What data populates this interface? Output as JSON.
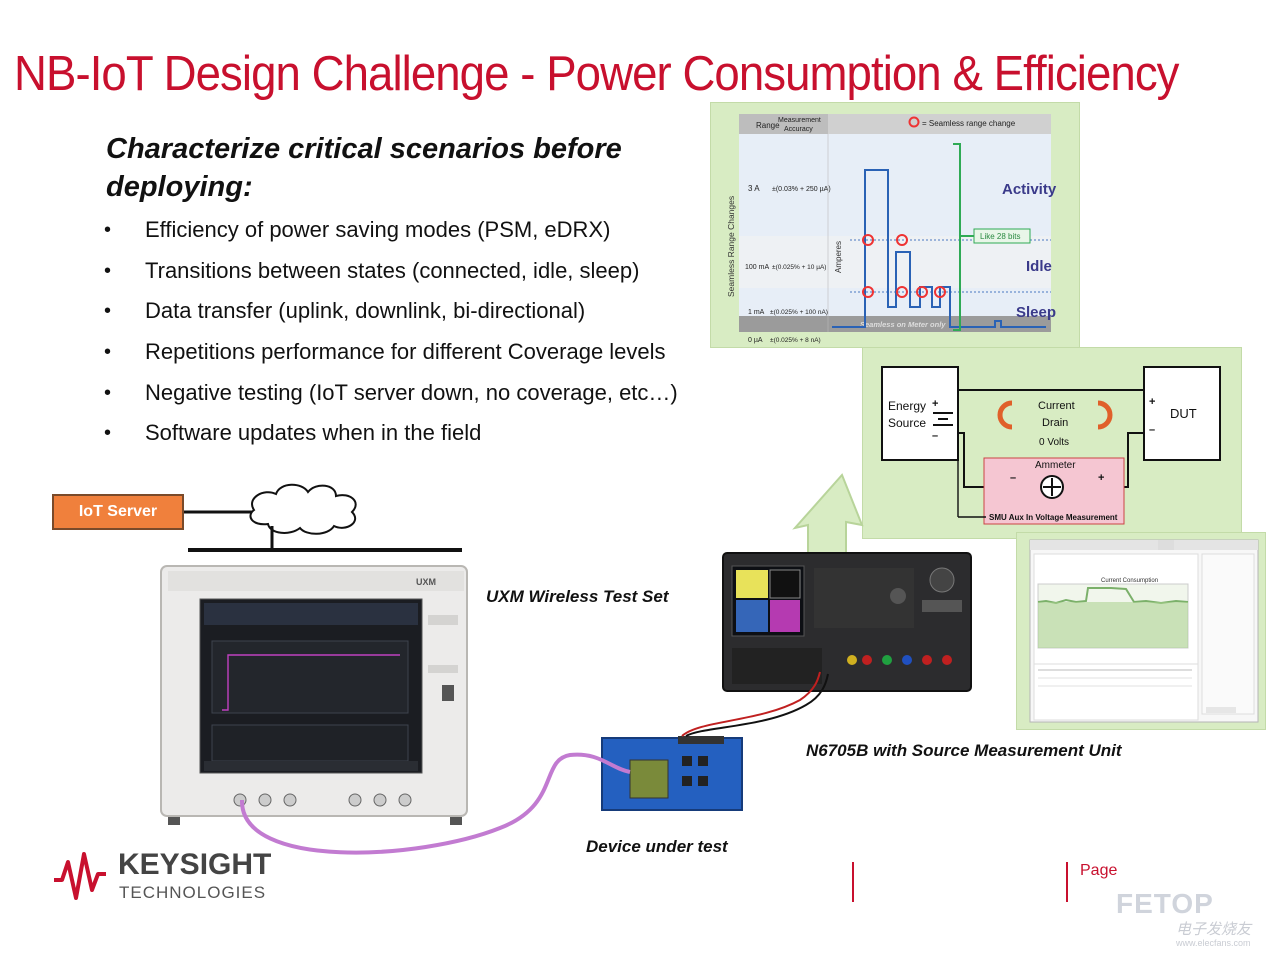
{
  "slide": {
    "title": "NB-IoT Design Challenge - Power Consumption & Efficiency",
    "heading": "Characterize critical scenarios before deploying:",
    "bullet_glyph": "•",
    "bullets": [
      "Efficiency of power saving modes (PSM, eDRX)",
      "Transitions between states (connected, idle, sleep)",
      "Data transfer (uplink, downlink, bi-directional)",
      "Repetitions performance for different Coverage levels",
      "Negative testing (IoT server down, no coverage, etc…)",
      "Software updates when in the field"
    ]
  },
  "range_chart": {
    "header_range": "Range",
    "header_accuracy_line1": "Measurement",
    "header_accuracy_line2": "Accuracy",
    "legend": "= Seamless range change",
    "side_label": "Seamless Range Changes",
    "y_axis": "Amperes",
    "rows": [
      {
        "range": "3 A",
        "accuracy": "±(0.03% + 250 µA)"
      },
      {
        "range": "100 mA",
        "accuracy": "±(0.025% + 10 µA)"
      },
      {
        "range": "1 mA",
        "accuracy": "±(0.025% + 100 nA)"
      },
      {
        "range": "0 µA",
        "accuracy": "±(0.025% + 8 nA)"
      }
    ],
    "states": [
      "Activity",
      "Idle",
      "Sleep"
    ],
    "bits_label": "Like 28 bits",
    "footer": "Seamless on Meter only"
  },
  "circuit": {
    "energy_source_line1": "Energy",
    "energy_source_line2": "Source",
    "current_line1": "Current",
    "current_line2": "Drain",
    "current_line3": "0 Volts",
    "dut": "DUT",
    "ammeter": "Ammeter",
    "smu_label": "SMU Aux In Voltage Measurement",
    "plus": "+",
    "minus": "–"
  },
  "software": {
    "plot_title": "Current Consumption"
  },
  "diagram": {
    "iot_server": "IoT Server",
    "uxm_label": "UXM Wireless Test Set",
    "n6705_label": "N6705B with Source Measurement Unit",
    "dut_label": "Device under test",
    "uxm_brand": "UXM"
  },
  "footer": {
    "logo_name": "KEYSIGHT",
    "logo_sub": "TECHNOLOGIES",
    "page_label": "Page",
    "watermark": "FETOP",
    "watermark_cn": "电子发烧友",
    "watermark_url": "www.elecfans.com"
  },
  "colors": {
    "title_red": "#c8102e",
    "panel_green": "#d8ecc3",
    "iot_orange": "#f0803c",
    "cable_purple": "#c27bd1"
  }
}
